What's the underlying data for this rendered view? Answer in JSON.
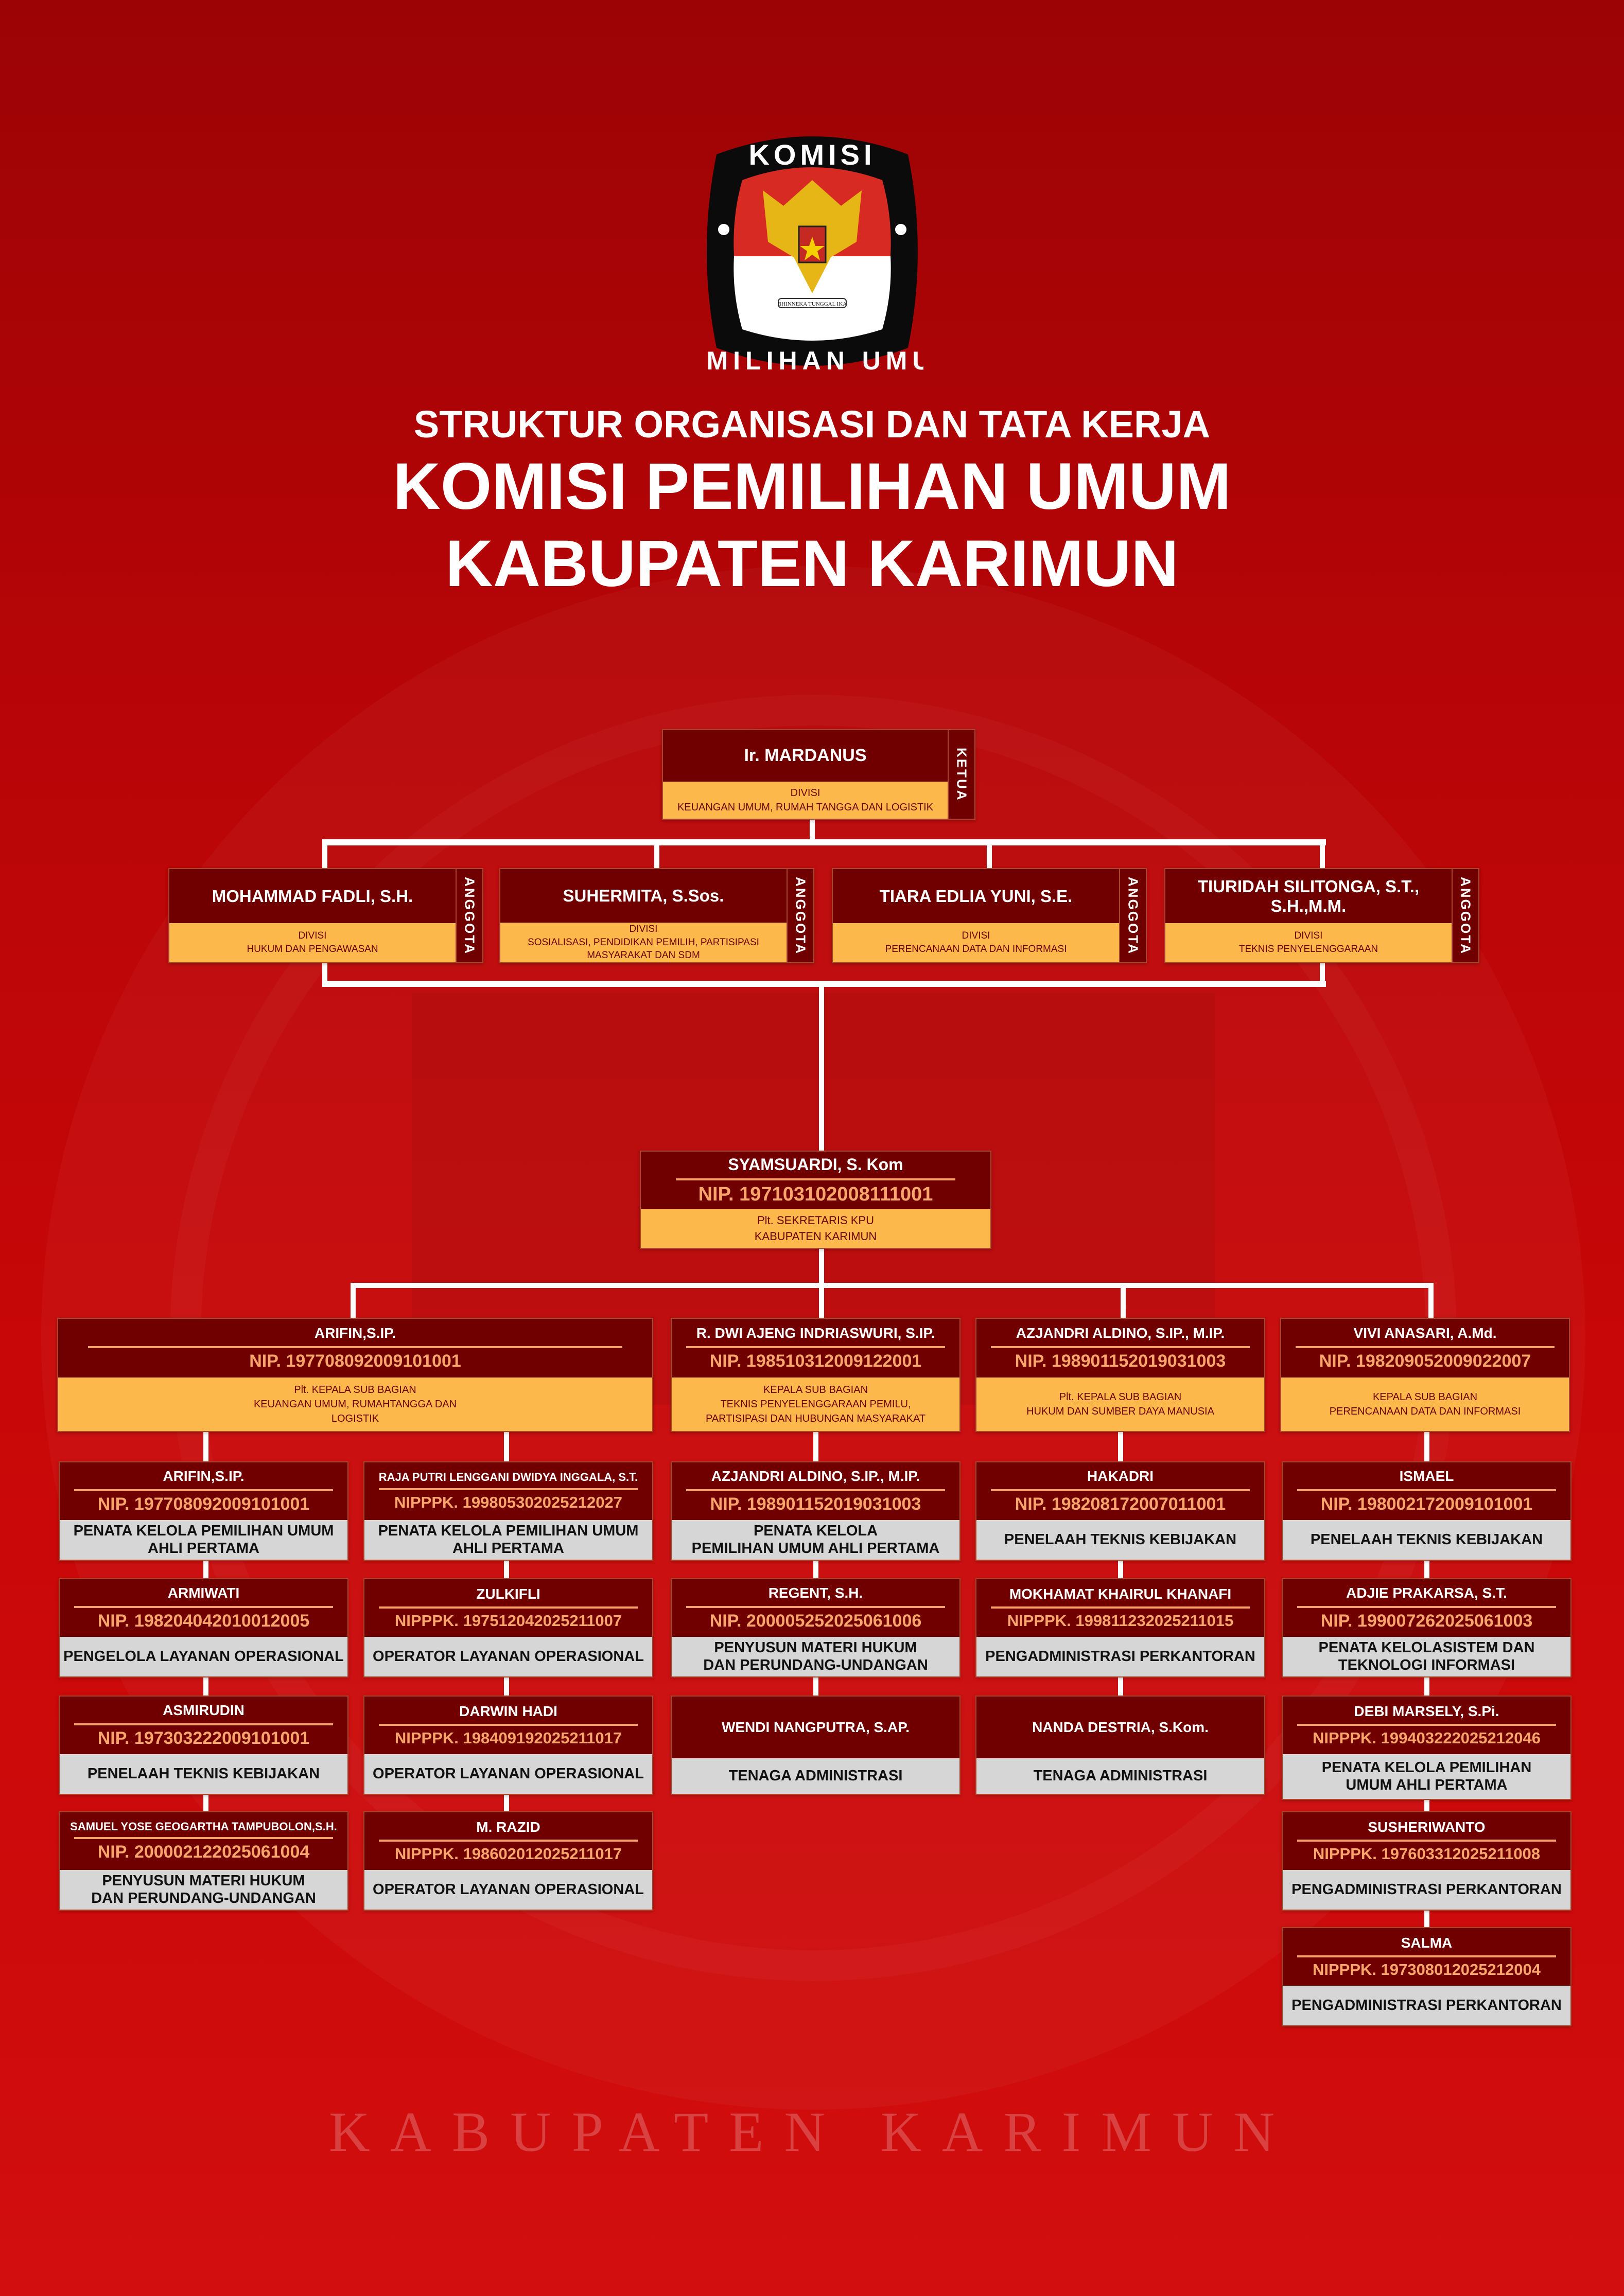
{
  "logo": {
    "text_top": "KOMISI",
    "text_bottom": "PEMILIHAN UMUM",
    "motto": "BHINNEKA TUNGGAL IKA"
  },
  "title": {
    "line1": "STRUKTUR ORGANISASI DAN TATA KERJA",
    "line2": "KOMISI PEMILIHAN UMUM",
    "line3": "KABUPATEN KARIMUN"
  },
  "watermark": {
    "text": "KABUPATEN KARIMUN"
  },
  "ketua": {
    "name": "Ir. MARDANUS",
    "role_label": "KETUA",
    "divisi_label": "DIVISI",
    "divisi": "KEUANGAN UMUM, RUMAH TANGGA DAN LOGISTIK"
  },
  "anggota": [
    {
      "name": "MOHAMMAD FADLI, S.H.",
      "role_label": "ANGGOTA",
      "divisi_label": "DIVISI",
      "divisi": "HUKUM DAN PENGAWASAN"
    },
    {
      "name": "SUHERMITA, S.Sos.",
      "role_label": "ANGGOTA",
      "divisi_label": "DIVISI",
      "divisi": "SOSIALISASI, PENDIDIKAN PEMILIH, PARTISIPASI\nMASYARAKAT DAN SDM"
    },
    {
      "name": "TIARA EDLIA YUNI, S.E.",
      "role_label": "ANGGOTA",
      "divisi_label": "DIVISI",
      "divisi": "PERENCANAAN DATA DAN INFORMASI"
    },
    {
      "name": "TIURIDAH SILITONGA, S.T.,\nS.H.,M.M.",
      "role_label": "ANGGOTA",
      "divisi_label": "DIVISI",
      "divisi": "TEKNIS PENYELENGGARAAN"
    }
  ],
  "sekretaris": {
    "name": "SYAMSUARDI, S. Kom",
    "nip": "NIP. 197103102008111001",
    "role": "Plt. SEKRETARIS KPU\nKABUPATEN KARIMUN"
  },
  "kasubag": [
    {
      "name": "ARIFIN,S.IP.",
      "nip": "NIP. 197708092009101001",
      "role": "Plt. KEPALA SUB BAGIAN\nKEUANGAN UMUM, RUMAHTANGGA DAN\nLOGISTIK"
    },
    {
      "name": "R. DWI AJENG INDRIASWURI, S.IP.",
      "nip": "NIP. 198510312009122001",
      "role": "KEPALA SUB BAGIAN\nTEKNIS PENYELENGGARAAN PEMILU,\nPARTISIPASI DAN HUBUNGAN MASYARAKAT"
    },
    {
      "name": "AZJANDRI ALDINO, S.IP., M.IP.",
      "nip": "NIP. 198901152019031003",
      "role": "Plt. KEPALA SUB BAGIAN\nHUKUM DAN SUMBER DAYA MANUSIA"
    },
    {
      "name": "VIVI ANASARI, A.Md.",
      "nip": "NIP. 198209052009022007",
      "role": "KEPALA SUB BAGIAN\nPERENCANAAN DATA DAN INFORMASI"
    }
  ],
  "staff_columns": [
    [
      {
        "name": "ARIFIN,S.IP.",
        "nip": "NIP. 197708092009101001",
        "role": "PENATA KELOLA PEMILIHAN UMUM\nAHLI PERTAMA"
      },
      {
        "name": "ARMIWATI",
        "nip": "NIP. 198204042010012005",
        "role": "PENGELOLA LAYANAN OPERASIONAL"
      },
      {
        "name": "ASMIRUDIN",
        "nip": "NIP. 197303222009101001",
        "role": "PENELAAH TEKNIS KEBIJAKAN"
      },
      {
        "name": "SAMUEL YOSE GEOGARTHA TAMPUBOLON,S.H.",
        "nip": "NIP. 200002122025061004",
        "role": "PENYUSUN MATERI HUKUM\nDAN PERUNDANG-UNDANGAN"
      }
    ],
    [
      {
        "name": "RAJA PUTRI LENGGANI DWIDYA INGGALA, S.T.",
        "nip": "NIPPPK. 199805302025212027",
        "role": "PENATA KELOLA PEMILIHAN UMUM\nAHLI PERTAMA"
      },
      {
        "name": "ZULKIFLI",
        "nip": "NIPPPK. 197512042025211007",
        "role": "OPERATOR LAYANAN OPERASIONAL"
      },
      {
        "name": "DARWIN HADI",
        "nip": "NIPPPK. 198409192025211017",
        "role": "OPERATOR LAYANAN OPERASIONAL"
      },
      {
        "name": "M. RAZID",
        "nip": "NIPPPK. 198602012025211017",
        "role": "OPERATOR LAYANAN OPERASIONAL"
      }
    ],
    [
      {
        "name": "AZJANDRI ALDINO, S.IP., M.IP.",
        "nip": "NIP. 198901152019031003",
        "role": "PENATA KELOLA\nPEMILIHAN UMUM AHLI PERTAMA"
      },
      {
        "name": "REGENT, S.H.",
        "nip": "NIP. 200005252025061006",
        "role": "PENYUSUN MATERI HUKUM\nDAN PERUNDANG-UNDANGAN"
      },
      {
        "name": "WENDI NANGPUTRA, S.AP.",
        "role": "TENAGA ADMINISTRASI"
      }
    ],
    [
      {
        "name": "HAKADRI",
        "nip": "NIP. 198208172007011001",
        "role": "PENELAAH TEKNIS KEBIJAKAN"
      },
      {
        "name": "MOKHAMAT KHAIRUL KHANAFI",
        "nip": "NIPPPK. 199811232025211015",
        "role": "PENGADMINISTRASI PERKANTORAN"
      },
      {
        "name": "NANDA DESTRIA, S.Kom.",
        "role": "TENAGA ADMINISTRASI"
      }
    ],
    [
      {
        "name": "ISMAEL",
        "nip": "NIP. 198002172009101001",
        "role": "PENELAAH TEKNIS KEBIJAKAN"
      },
      {
        "name": "ADJIE PRAKARSA, S.T.",
        "nip": "NIP. 199007262025061003",
        "role": "PENATA KELOLASISTEM DAN\nTEKNOLOGI INFORMASI"
      },
      {
        "name": "DEBI MARSELY, S.Pi.",
        "nip": "NIPPPK. 199403222025212046",
        "role": "PENATA KELOLA PEMILIHAN\nUMUM AHLI PERTAMA"
      },
      {
        "name": "SUSHERIWANTO",
        "nip": "NIPPPK. 197603312025211008",
        "role": "PENGADMINISTRASI PERKANTORAN"
      },
      {
        "name": "SALMA",
        "nip": "NIPPPK. 197308012025212004",
        "role": "PENGADMINISTRASI PERKANTORAN"
      }
    ]
  ]
}
